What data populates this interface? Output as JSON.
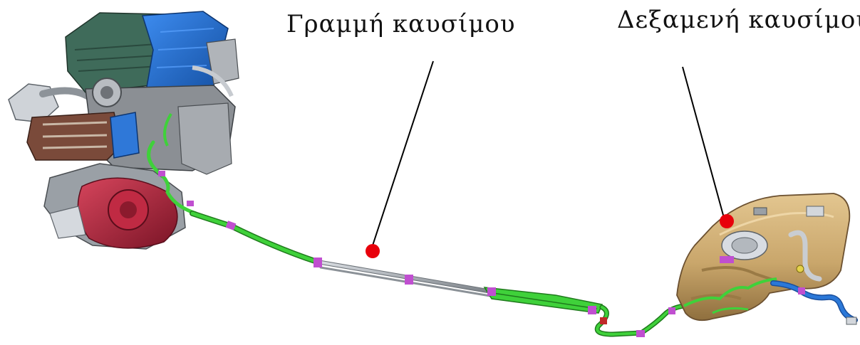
{
  "labels": {
    "fuel_line": "Γραμμή καυσίμου",
    "fuel_tank": "Δεξαμενή καυσίμου"
  },
  "colors": {
    "marker": "#e8000b",
    "fuel_line_green": "#3fd13a",
    "steel_pipe": "#9aa0a6",
    "clip_purple": "#c04fd0",
    "tank_gold": "#c9a66b",
    "engine_blue": "#1f6fd6",
    "engine_green": "#3f6b5a",
    "transmission_red": "#b0213a",
    "return_line_blue": "#2b78d8"
  },
  "icons": [
    "engine-icon",
    "fuel-tank-icon",
    "fuel-line-icon",
    "marker-dot"
  ]
}
